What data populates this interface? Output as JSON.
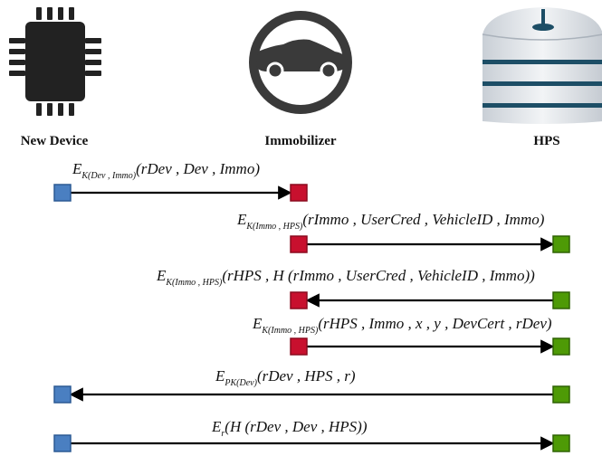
{
  "entities": {
    "device": {
      "label": "New Device",
      "icon": "chip-icon",
      "color": "#4a7fc1"
    },
    "immo": {
      "label": "Immobilizer",
      "icon": "car-icon",
      "color": "#c8102e"
    },
    "hps": {
      "label": "HPS",
      "icon": "server-icon",
      "color": "#4e9a06"
    }
  },
  "messages": [
    {
      "main": "E",
      "sub": "K(Dev , Immo)",
      "body": "(rDev , Dev , Immo)"
    },
    {
      "main": "E",
      "sub": "K(Immo , HPS)",
      "body": "(rImmo , UserCred , VehicleID , Immo)"
    },
    {
      "main": "E",
      "sub": "K(Immo , HPS)",
      "body": "(rHPS , H (rImmo , UserCred , VehicleID , Immo))"
    },
    {
      "main": "E",
      "sub": "K(Immo , HPS)",
      "body": "(rHPS , Immo , x , y , DevCert , rDev)"
    },
    {
      "main": "E",
      "sub": "PK(Dev)",
      "body": "(rDev , HPS , r)"
    },
    {
      "main": "E",
      "sub": "r",
      "body": "(H (rDev , Dev , HPS))"
    }
  ]
}
